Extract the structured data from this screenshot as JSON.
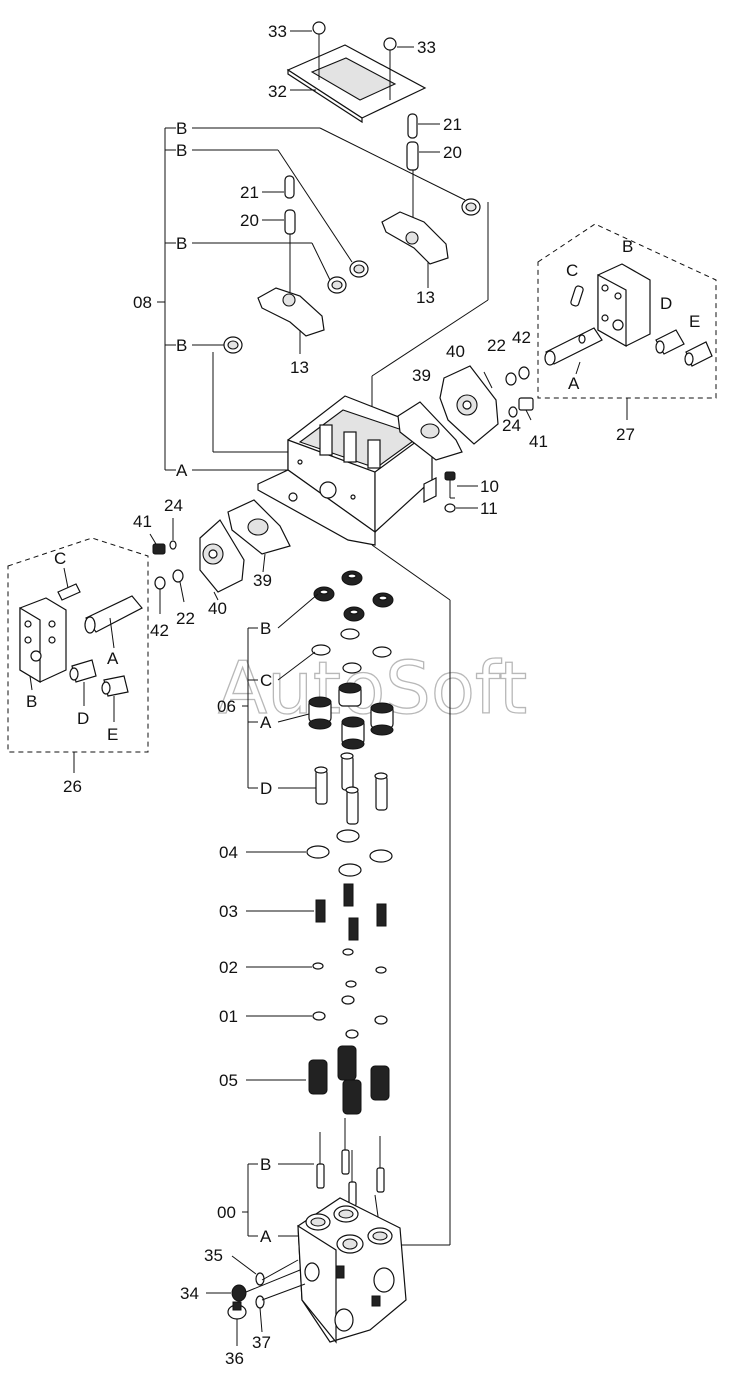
{
  "watermark": "AutoSoft",
  "labels": {
    "l33a": "33",
    "l33b": "33",
    "l32": "32",
    "l21a": "21",
    "l20a": "20",
    "l21b": "21",
    "l20b": "20",
    "lBa": "B",
    "lBb": "B",
    "lBc": "B",
    "lBd": "B",
    "l08": "08",
    "l13a": "13",
    "l13b": "13",
    "lAh": "A",
    "l40a": "40",
    "l39a": "39",
    "l22a": "22",
    "l42a": "42",
    "l24a": "24",
    "l41a": "41",
    "l10": "10",
    "l11": "11",
    "l27C": "C",
    "l27B": "B",
    "l27D": "D",
    "l27E": "E",
    "l27A": "A",
    "l27": "27",
    "l41b": "41",
    "l24b": "24",
    "l39b": "39",
    "l40b": "40",
    "l42b": "42",
    "l22b": "22",
    "l26C": "C",
    "l26A": "A",
    "l26B": "B",
    "l26D": "D",
    "l26E": "E",
    "l26": "26",
    "l06": "06",
    "l06B": "B",
    "l06C": "C",
    "l06A": "A",
    "l06D": "D",
    "l04": "04",
    "l03": "03",
    "l02": "02",
    "l01": "01",
    "l05": "05",
    "l00": "00",
    "l00B": "B",
    "l00A": "A",
    "l35": "35",
    "l34": "34",
    "l37": "37",
    "l36": "36"
  }
}
